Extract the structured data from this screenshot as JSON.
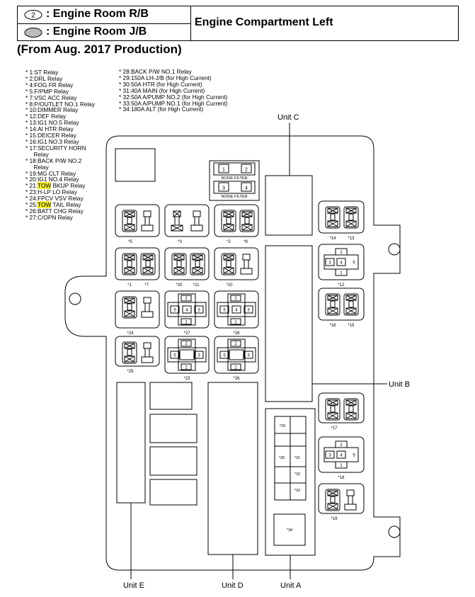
{
  "header": {
    "rb_number": "2",
    "rb_label": ": Engine Room R/B",
    "jb_label": ": Engine Room J/B",
    "location": "Engine Compartment Left",
    "production": "(From Aug. 2017 Production)"
  },
  "legend_left": [
    {
      "pre": "* 1:ST Relay"
    },
    {
      "pre": "* 2:DRL Relay"
    },
    {
      "pre": "* 4:FOG FR Relay"
    },
    {
      "pre": "* 5:F/PMP Relay"
    },
    {
      "pre": "* 7:VSC ACC Relay"
    },
    {
      "pre": "* 8:P/OUTLET NO.1 Relay"
    },
    {
      "pre": "* 10:DIMMER Relay"
    },
    {
      "pre": "* 12:DEF Relay"
    },
    {
      "pre": "* 13:IG1 NO.5 Relay"
    },
    {
      "pre": "* 14:AI HTR Relay"
    },
    {
      "pre": "* 15:DEICER Relay"
    },
    {
      "pre": "* 16:IG1 NO.3 Relay"
    },
    {
      "pre": "* 17:SECURITY HORN"
    },
    {
      "pre": "     Relay"
    },
    {
      "pre": "* 18:BACK P/W NO.2"
    },
    {
      "pre": "     Relay"
    },
    {
      "pre": "* 19:MG CLT Relay"
    },
    {
      "pre": "* 20:IG1 NO.4 Relay"
    },
    {
      "pre": "* 21:",
      "hl": "TOW",
      "post": " BKUP Relay"
    },
    {
      "pre": "* 23:H-LP LO Relay"
    },
    {
      "pre": "* 24:FPCV VSV Relay"
    },
    {
      "pre": "* 25:",
      "hl": "TOW",
      "post": " TAIL Relay"
    },
    {
      "pre": "* 26:BATT CHG Relay"
    },
    {
      "pre": "* 27:C/OPN Relay"
    }
  ],
  "legend_right": [
    "* 28:BACK P/W NO.1 Relay",
    "* 29:150A LH-J/B (for High Current)",
    "* 30:50A HTR (for High Current)",
    "* 31:40A MAIN (for High Current)",
    "* 32:50A A/PUMP NO.2 (for High Current)",
    "* 33:50A A/PUMP NO.1 (for High Current)",
    "* 34:180A ALT (for High Current)"
  ],
  "noise_filter": {
    "label": "NOISE FILTER",
    "pins_a": [
      "1",
      "2"
    ],
    "pins_b": [
      "3",
      "4"
    ]
  },
  "units": {
    "c": "Unit C",
    "b": "Unit B",
    "e": "Unit E",
    "d": "Unit D",
    "a": "Unit A"
  },
  "relays": [
    {
      "id": "r5",
      "labels": [
        "*5"
      ]
    },
    {
      "id": "r3",
      "labels": [
        "*3"
      ]
    },
    {
      "id": "r28",
      "labels": [
        "*2",
        "*8"
      ]
    },
    {
      "id": "r17",
      "labels": [
        "*1",
        "*7"
      ]
    },
    {
      "id": "r2021",
      "labels": [
        "*20",
        "*21"
      ]
    },
    {
      "id": "r10",
      "labels": [
        "*10"
      ]
    },
    {
      "id": "r24",
      "labels": [
        "*24"
      ]
    },
    {
      "id": "r27",
      "labels": [
        "*27"
      ]
    },
    {
      "id": "r28b",
      "labels": [
        "*28"
      ]
    },
    {
      "id": "r25",
      "labels": [
        "*25"
      ]
    },
    {
      "id": "r23",
      "labels": [
        "*23"
      ]
    },
    {
      "id": "r26",
      "labels": [
        "*26"
      ]
    },
    {
      "id": "r1413",
      "labels": [
        "*14",
        "*13"
      ]
    },
    {
      "id": "r12",
      "labels": [
        "*12"
      ]
    },
    {
      "id": "r1615",
      "labels": [
        "*16",
        "*15"
      ]
    },
    {
      "id": "r17b",
      "labels": [
        "*17"
      ]
    },
    {
      "id": "r18",
      "labels": [
        "*18"
      ]
    },
    {
      "id": "r19",
      "labels": [
        "*19"
      ]
    }
  ],
  "pins": {
    "p1": "1",
    "p2": "2",
    "p3": "3",
    "p4": "4",
    "p5": "5"
  },
  "fuses": [
    "*29",
    "*30",
    "*31",
    "*32",
    "*33",
    "*34"
  ]
}
